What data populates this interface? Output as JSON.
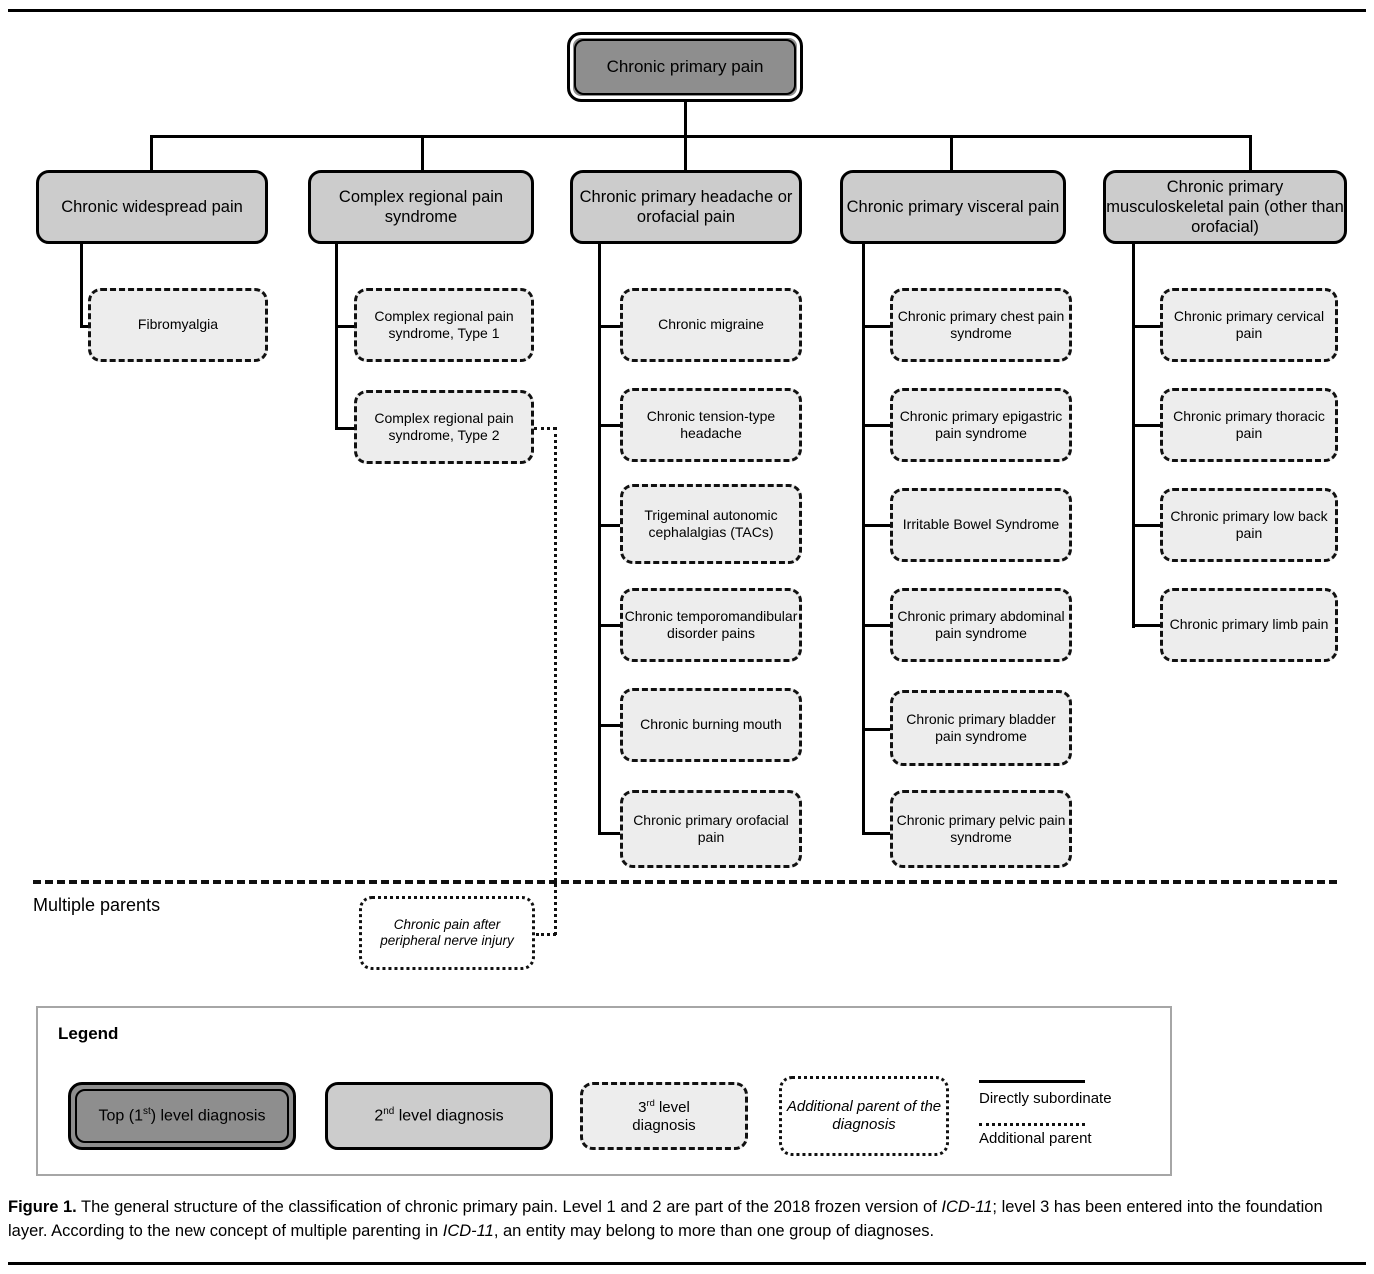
{
  "figure": {
    "root": {
      "label": "Chronic primary pain"
    },
    "columns": [
      {
        "id": "widespread",
        "label": "Chronic widespread pain",
        "children": [
          {
            "label": "Fibromyalgia"
          }
        ]
      },
      {
        "id": "crps",
        "label": "Complex regional pain syndrome",
        "children": [
          {
            "label": "Complex regional pain syndrome, Type 1"
          },
          {
            "label": "Complex regional pain syndrome, Type 2"
          }
        ]
      },
      {
        "id": "headache",
        "label": "Chronic primary headache or orofacial pain",
        "children": [
          {
            "label": "Chronic migraine"
          },
          {
            "label": "Chronic tension-type headache"
          },
          {
            "label": "Trigeminal autonomic cephalalgias (TACs)"
          },
          {
            "label": "Chronic temporomandibular disorder pains"
          },
          {
            "label": "Chronic burning mouth"
          },
          {
            "label": "Chronic primary orofacial pain"
          }
        ]
      },
      {
        "id": "visceral",
        "label": "Chronic primary visceral pain",
        "children": [
          {
            "label": "Chronic primary chest pain syndrome"
          },
          {
            "label": "Chronic primary epigastric pain syndrome"
          },
          {
            "label": "Irritable Bowel Syndrome"
          },
          {
            "label": "Chronic primary abdominal pain syndrome"
          },
          {
            "label": "Chronic primary bladder pain syndrome"
          },
          {
            "label": "Chronic primary pelvic pain syndrome"
          }
        ]
      },
      {
        "id": "musculoskeletal",
        "label": "Chronic primary musculoskeletal pain (other than orofacial)",
        "children": [
          {
            "label": "Chronic primary cervical pain"
          },
          {
            "label": "Chronic primary thoracic pain"
          },
          {
            "label": "Chronic primary low back pain"
          },
          {
            "label": "Chronic primary limb pain"
          }
        ]
      }
    ],
    "multiple_parents": {
      "section_label": "Multiple parents",
      "node": {
        "label": "Chronic pain after peripheral nerve injury"
      }
    }
  },
  "legend": {
    "title": "Legend",
    "items": {
      "level1": "Top (1",
      "level1_sup": "st",
      "level1_tail": ")  level diagnosis",
      "level2_num": "2",
      "level2_sup": "nd",
      "level2_tail": " level diagnosis",
      "level3_num": "3",
      "level3_sup": "rd",
      "level3_tail": " level",
      "level3_line2": "diagnosis",
      "additional_parent": "Additional parent of the diagnosis",
      "line_solid": "Directly subordinate",
      "line_dotted": "Additional parent"
    }
  },
  "caption": {
    "prefix": "Figure 1.",
    "part1": " The general structure of the classification of chronic primary pain. Level 1 and 2 are part of the 2018 frozen version of ",
    "icd1": "ICD-11",
    "part2": "; level 3 has been entered into the foundation layer. According to the new concept of multiple parenting in ",
    "icd2": "ICD-11",
    "part3": ", an entity may belong to more than one group of diagnoses."
  },
  "colors": {
    "level1_fill": "#8e8e8e",
    "level2_fill": "#cccccc",
    "level3_fill": "#ededed",
    "stroke": "#000000",
    "legend_border": "#a6a6a6"
  }
}
